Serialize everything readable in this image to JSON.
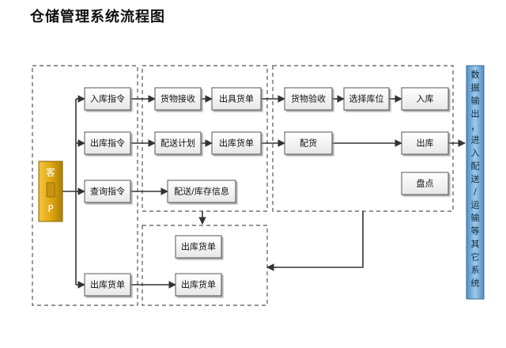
{
  "title": "仓储管理系统流程图",
  "client": {
    "line1": "客",
    "line2": "P"
  },
  "instructions": {
    "inbound": "入库指令",
    "outbound": "出库指令",
    "query": "查询指令",
    "outbound_doc": "出库货单"
  },
  "middle": {
    "goods_receive": "货物接收",
    "issue_receipt": "出具货单",
    "delivery_plan": "配送计划",
    "outbound_receipt": "出库货单",
    "delivery_stock_info": "配送/库存信息"
  },
  "right": {
    "inspection": "货物验收",
    "select_location": "选择库位",
    "stock_in": "入库",
    "allocation": "配货",
    "stock_out": "出库",
    "inventory": "盘点"
  },
  "bottom": {
    "doc_upper": "出库货单",
    "doc_lower": "出库货单"
  },
  "side_panel": {
    "text": "数据输出，进入配送/运输等其它系统"
  }
}
